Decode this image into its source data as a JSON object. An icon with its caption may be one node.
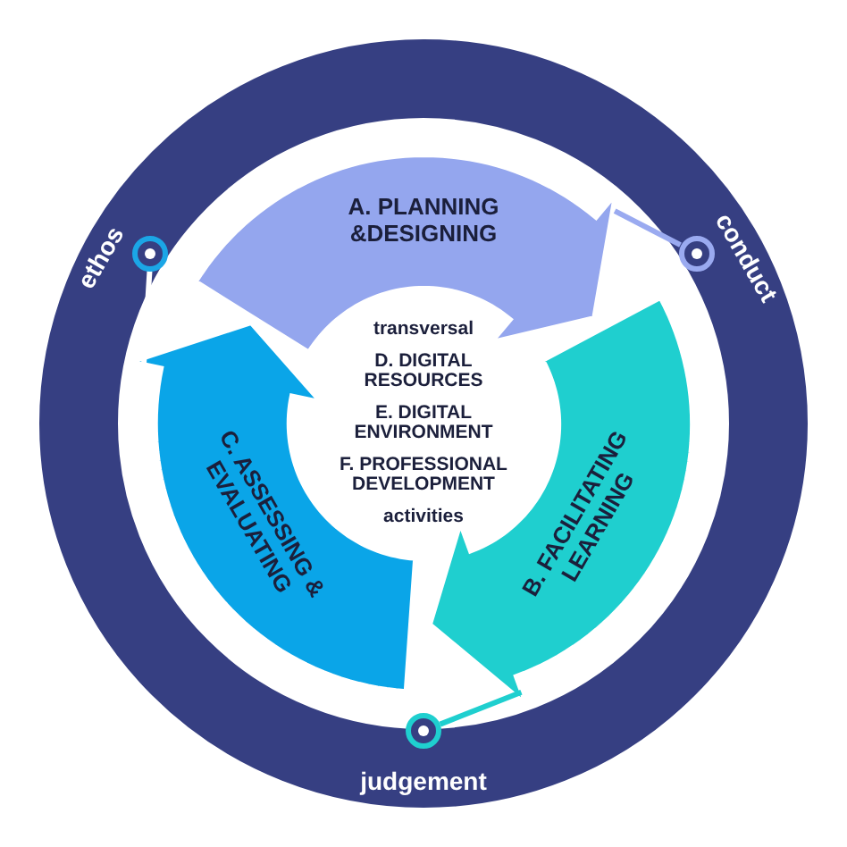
{
  "diagram": {
    "nodes": [
      {
        "text": [
          "A. PLANNING &DESIGNING"
        ]
      },
      {
        "text": [
          "B. FACILITATING LEARNING"
        ]
      },
      {
        "text": [
          "C. ASSESSING & EVALUATING"
        ]
      },
      {
        "text": [
          "transversal",
          "D. DIGITAL RESOURCES",
          "E. DIGITAL ENVIRONMENT",
          "F. PROFESSIONAL DEVELOPMENT",
          "activities"
        ]
      },
      {
        "text": [],
        "shape": "circle",
        "beside": [
          "ethos"
        ]
      },
      {
        "text": [],
        "shape": "circle",
        "beside": [
          "conduct"
        ]
      },
      {
        "text": [],
        "shape": "circle",
        "beside": [
          "judgement"
        ]
      }
    ],
    "edges": [
      {
        "from": 4,
        "to": 2,
        "arrow": "none",
        "color": "#ffffff"
      },
      {
        "from": 5,
        "to": 0,
        "arrow": "none",
        "color": "#9aaaf0"
      },
      {
        "from": 6,
        "to": 1,
        "arrow": "none",
        "color": "#1fcfcf"
      }
    ]
  }
}
